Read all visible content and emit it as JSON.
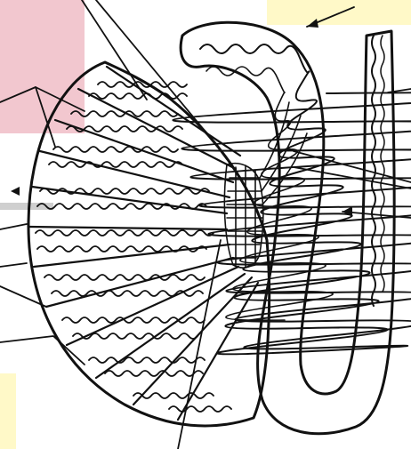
{
  "figure": {
    "subject": "testis-epididymis-sketch",
    "colors": {
      "paper": "#ffffff",
      "ink": "#111111",
      "pink_tint": "#f2c7cf",
      "yellow_tint": "#fff9c8"
    },
    "leader_lines": 12,
    "lobules": 10
  }
}
